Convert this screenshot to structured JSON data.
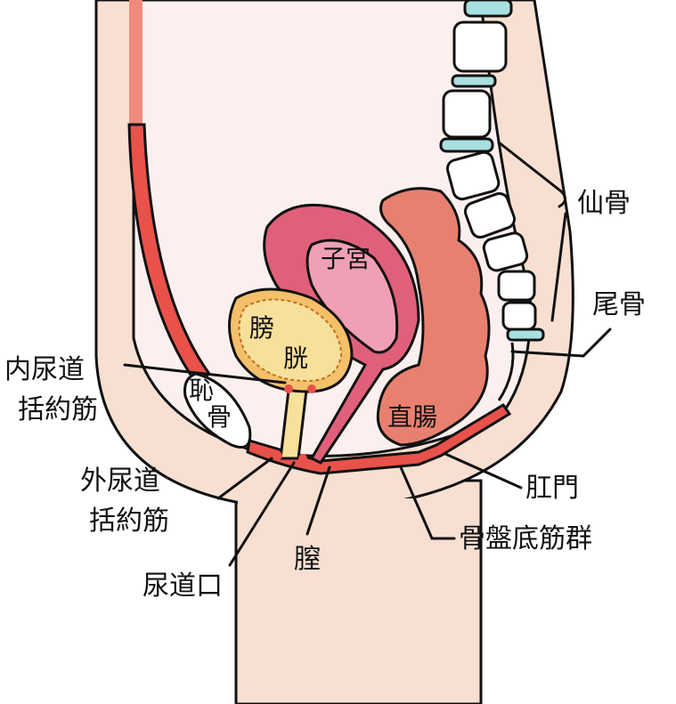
{
  "title": "女性骨盤 断面図",
  "labels": {
    "sacrum": "仙骨",
    "coccyx": "尾骨",
    "internal_sphincter_1": "内尿道",
    "internal_sphincter_2": "括約筋",
    "external_sphincter_1": "外尿道",
    "external_sphincter_2": "括約筋",
    "urethral_opening": "尿道口",
    "vagina": "膣",
    "pelvic_floor": "骨盤底筋群",
    "anus": "肛門"
  },
  "organs": {
    "uterus": "子宮",
    "bladder_1": "膀",
    "bladder_2": "胱",
    "rectum": "直腸",
    "pubic_bone_1": "恥",
    "pubic_bone_2": "骨"
  },
  "colors": {
    "skin": "#f7e0d2",
    "cavity": "#fcf0ee",
    "muscle": "#e8524a",
    "uterus": "#e0607a",
    "uterus_inner": "#f0a0b4",
    "bladder": "#f4c06a",
    "urethra": "#f7e09a",
    "rectum": "#e88070",
    "disc": "#a8e0e0"
  }
}
